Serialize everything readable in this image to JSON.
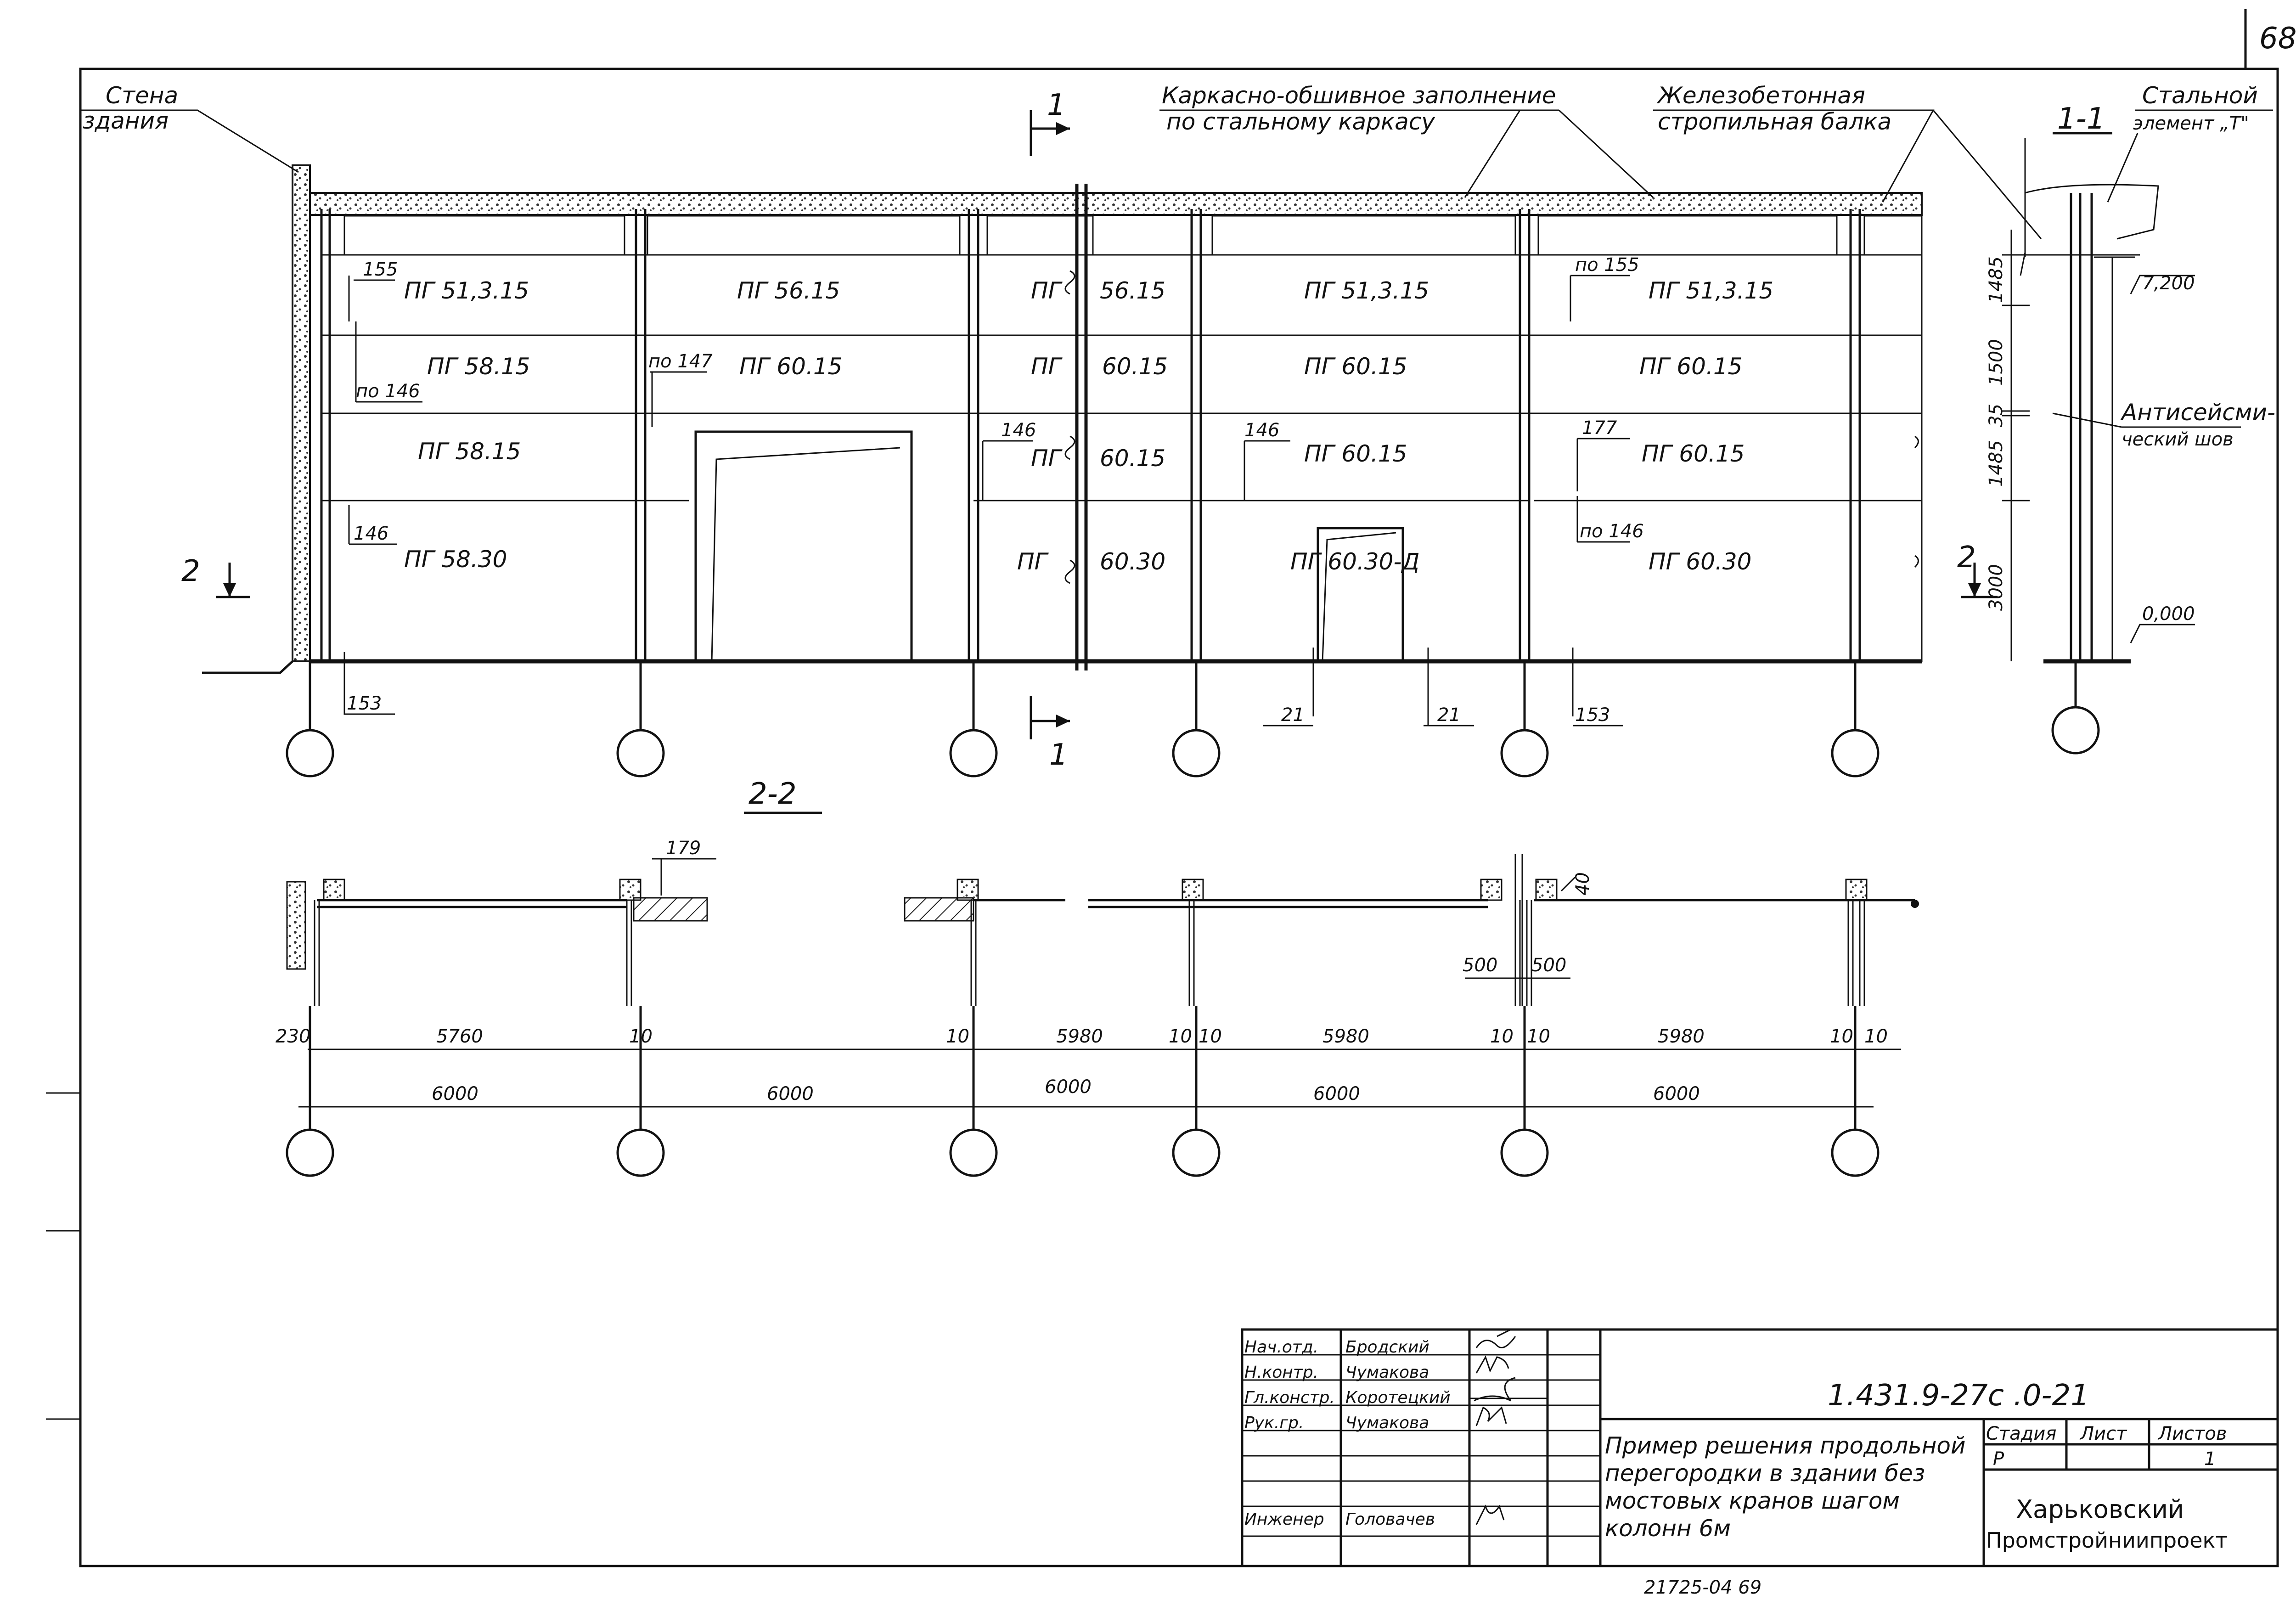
{
  "sheet_number": "68",
  "labels": {
    "wall": [
      "Стена",
      "здания"
    ],
    "infill": [
      "Каркасно-обшивное заполнение",
      "по стальному каркасу"
    ],
    "beam": [
      "Железобетонная",
      "стропильная балка"
    ],
    "steel_t": [
      "Стальной",
      "элемент „Т\""
    ],
    "seismic": [
      "Антисейсми-",
      "ческий шов"
    ]
  },
  "sections": {
    "s11": "1-1",
    "s22": "2-2",
    "cut1": "1",
    "cut2": "2"
  },
  "panels": {
    "b1": [
      "ПГ 51,3.15",
      "ПГ 58.15",
      "ПГ 58.15",
      "ПГ 58.30"
    ],
    "b2": [
      "ПГ 56.15",
      "ПГ 60.15"
    ],
    "b3a": [
      "ПГ",
      "ПГ",
      "ПГ",
      "ПГ"
    ],
    "b3b": [
      "56.15",
      "60.15",
      "60.15",
      "60.30"
    ],
    "b4": [
      "ПГ 51,3.15",
      "ПГ 60.15",
      "ПГ 60.15",
      "ПГ 60.30-Д"
    ],
    "b5": [
      "ПГ 51,3.15",
      "ПГ 60.15",
      "ПГ 60.15",
      "ПГ 60.30"
    ]
  },
  "callouts": [
    "155",
    "по 146",
    "146",
    "153",
    "по 147",
    "146",
    "146",
    "21",
    "21",
    "по 155",
    "177",
    "по 146",
    "153",
    "179",
    "40"
  ],
  "elevation_dims": {
    "heights": [
      "1485",
      "1500",
      "35",
      "1485",
      "3000"
    ],
    "levels": [
      "7,200",
      "0,000"
    ]
  },
  "plan_dims": {
    "row1": [
      "230",
      "5760",
      "10",
      "10",
      "5980",
      "10",
      "10",
      "5980",
      "10",
      "10",
      "5980",
      "10",
      "10"
    ],
    "row2": [
      "6000",
      "6000",
      "6000",
      "6000",
      "6000"
    ],
    "joint": [
      "500",
      "500"
    ]
  },
  "title_block": {
    "roles": [
      "Нач.отд.",
      "Н.контр.",
      "Гл.констр.",
      "Рук.гр.",
      "Инженер"
    ],
    "names": [
      "Бродский",
      "Чумакова",
      "Коротецкий",
      "Чумакова",
      "Головачев"
    ],
    "code": "1.431.9-27с .0-21",
    "title": [
      "Пример решения продольной",
      "перегородки в здании без",
      "мостовых кранов шагом",
      "колонн 6м"
    ],
    "stage_headers": [
      "Стадия",
      "Лист",
      "Листов"
    ],
    "stage_values": [
      "Р",
      "",
      "1"
    ],
    "organization": [
      "Харьковский",
      "Промстройниипроект"
    ]
  },
  "footer": "21725-04     69"
}
